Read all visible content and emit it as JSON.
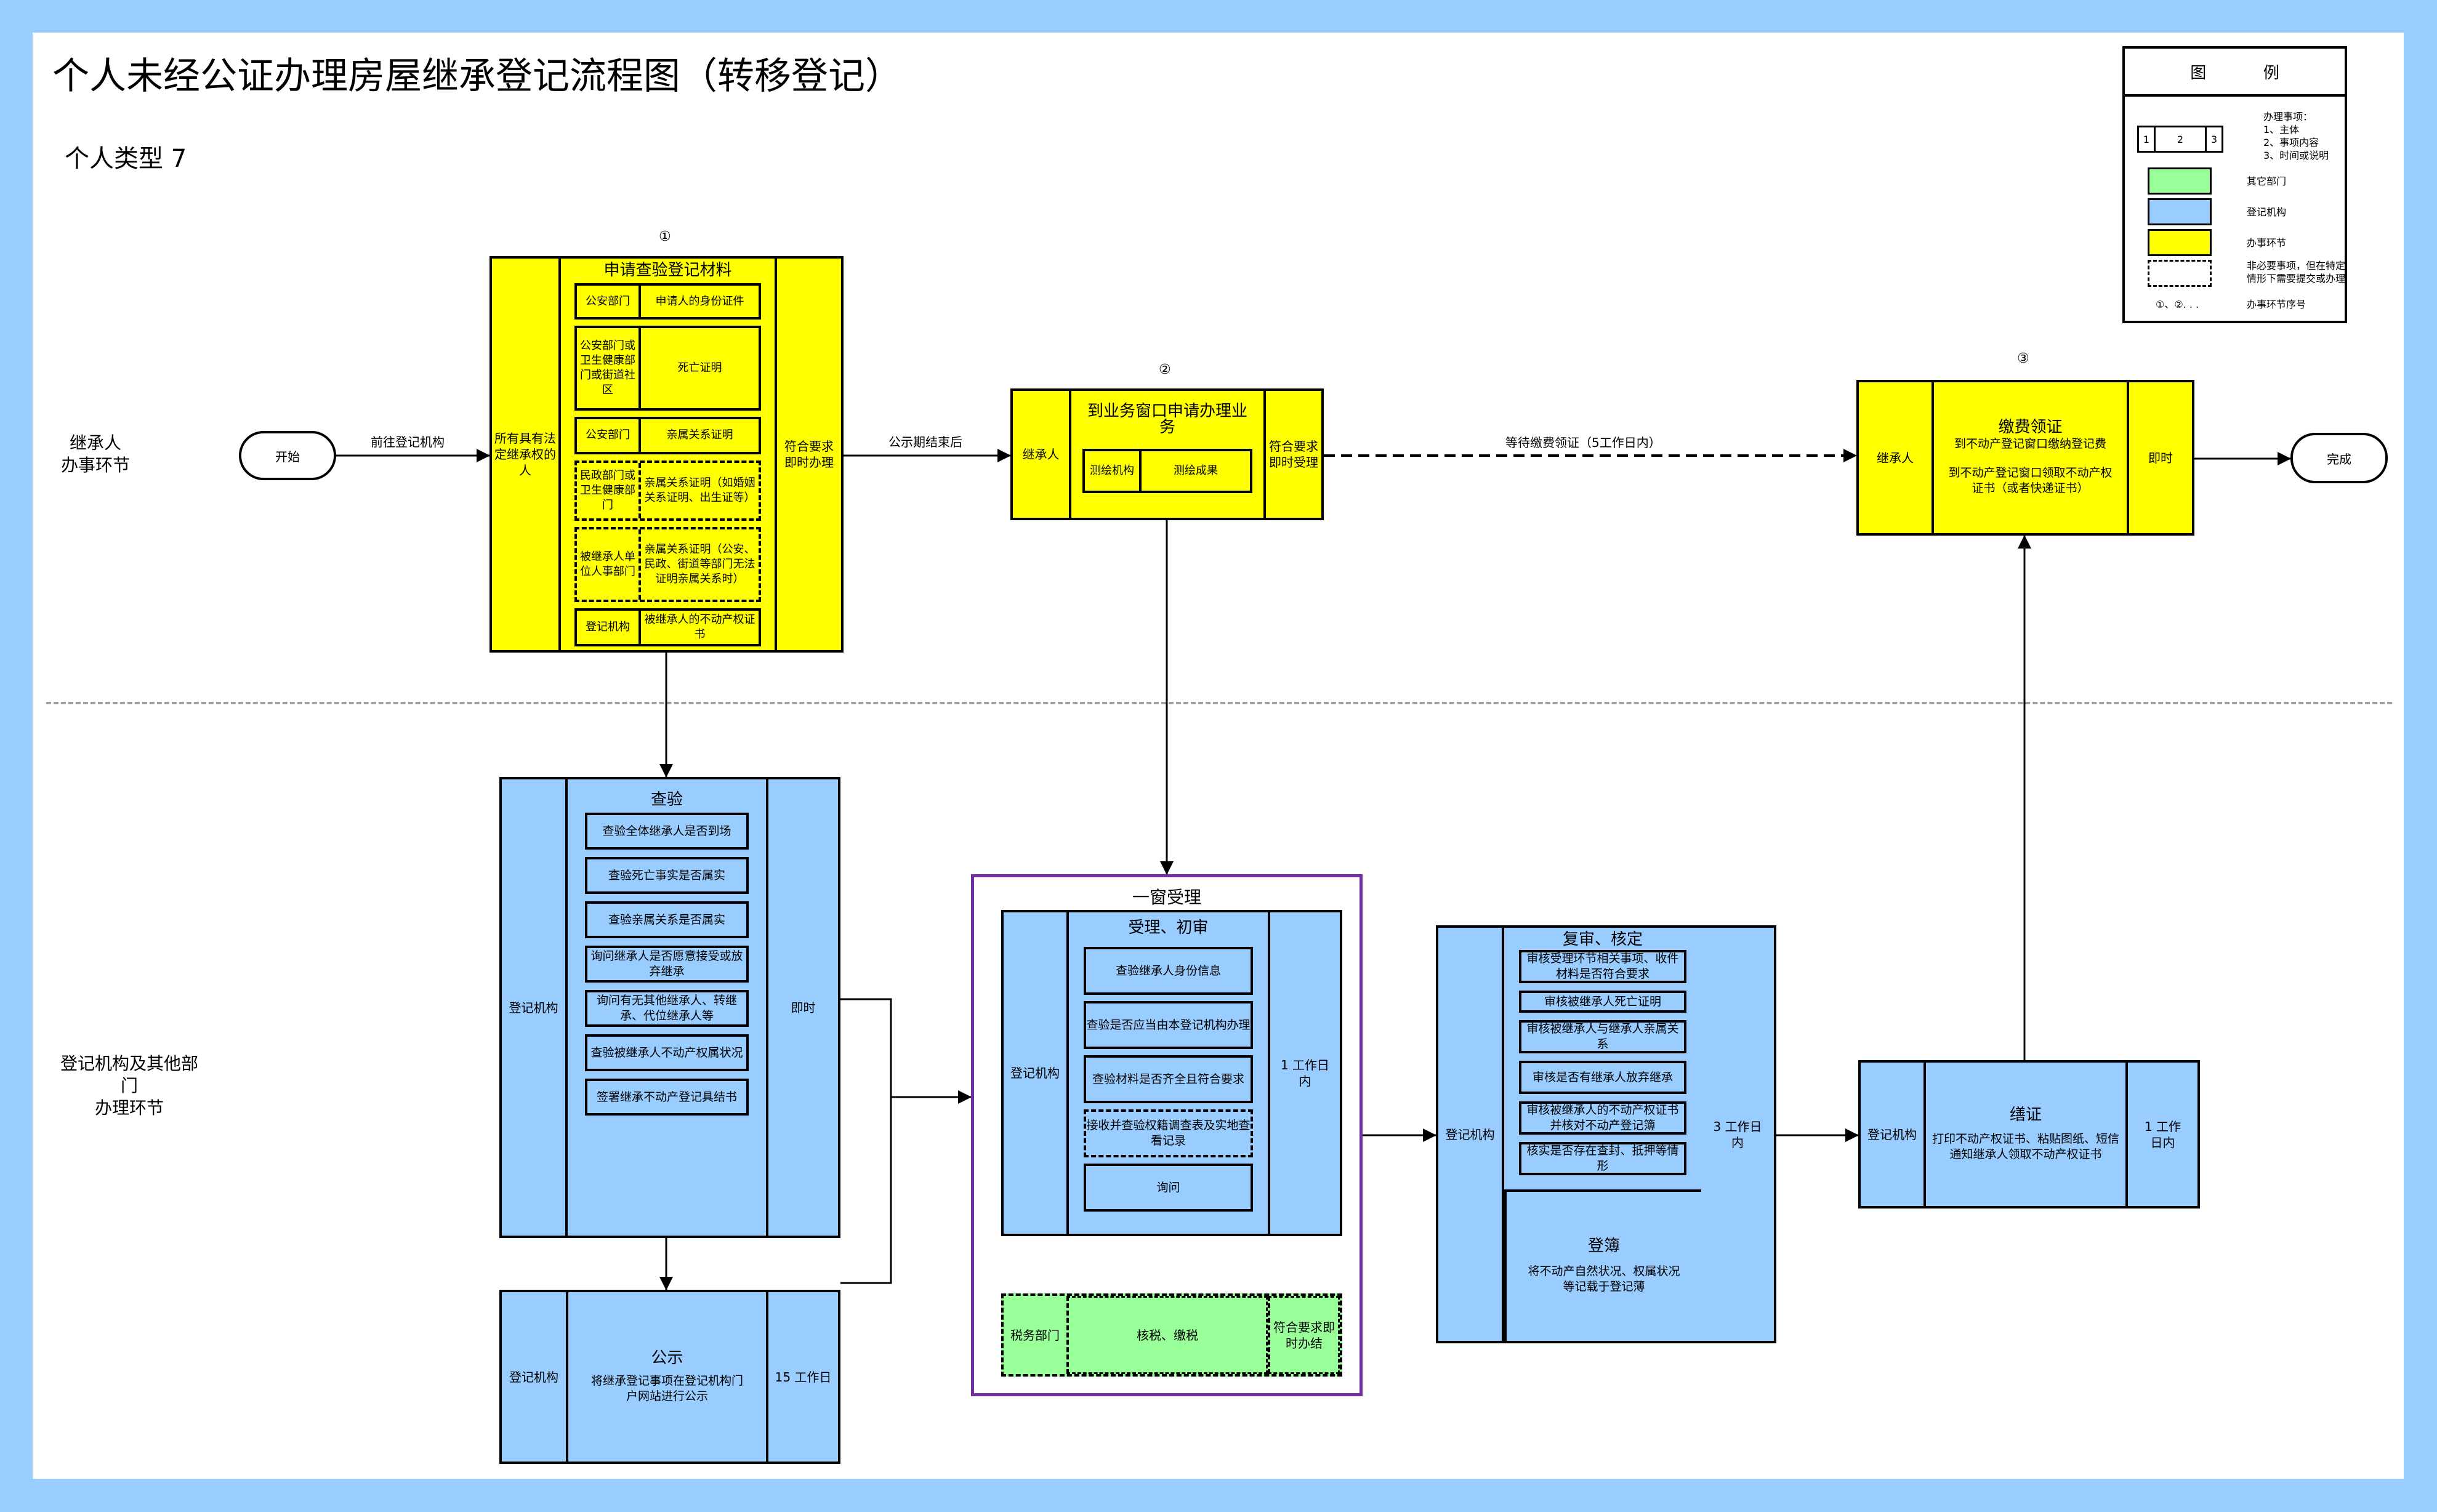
{
  "header": {
    "title": "个人未经公证办理房屋继承登记流程图（转移登记）",
    "subtitle": "个人类型 7"
  },
  "legend": {
    "title_left": "图",
    "title_right": "例",
    "sample_cells": [
      "1",
      "2",
      "3"
    ],
    "matters_heading": "办理事项：",
    "matters": [
      "1、主体",
      "2、事项内容",
      "3、时间或说明"
    ],
    "swatches": [
      {
        "label": "其它部门",
        "color": "#99ff99"
      },
      {
        "label": "登记机构",
        "color": "#99ccff"
      },
      {
        "label": "办事环节",
        "color": "#ffff00"
      }
    ],
    "dashed_label": [
      "非必要事项，但在特定",
      "情形下需要提交或办理"
    ],
    "seq_sample": "①、②. . .",
    "seq_label": "办事环节序号"
  },
  "lanes": {
    "top": [
      "继承人",
      "办事环节"
    ],
    "bottom": [
      "登记机构及其他部门",
      "办理环节"
    ]
  },
  "terminals": {
    "start": "开始",
    "end": "完成"
  },
  "edges": {
    "to_registry": "前往登记机构",
    "after_publicity": "公示期结束后",
    "wait_fee": "等待缴费领证（5工作日内）"
  },
  "step1": {
    "seq": "①",
    "subject": "所有具有法定继承权的人",
    "title": "申请查验登记材料",
    "time": "符合要求即时办理",
    "materials": [
      {
        "dept": "公安部门",
        "item": "申请人的身份证件",
        "optional": false
      },
      {
        "dept": "公安部门或卫生健康部门或街道社区",
        "item": "死亡证明",
        "optional": false
      },
      {
        "dept": "公安部门",
        "item": "亲属关系证明",
        "optional": false
      },
      {
        "dept": "民政部门或卫生健康部门",
        "item": "亲属关系证明（如婚姻关系证明、出生证等）",
        "optional": true
      },
      {
        "dept": "被继承人单位人事部门",
        "item": "亲属关系证明（公安、民政、街道等部门无法证明亲属关系时）",
        "optional": true
      },
      {
        "dept": "登记机构",
        "item": "被继承人的不动产权证书",
        "optional": false
      }
    ]
  },
  "step2": {
    "seq": "②",
    "subject": "继承人",
    "title": "到业务窗口申请办理业务",
    "material": {
      "dept": "测绘机构",
      "item": "测绘成果"
    },
    "time": "符合要求即时受理"
  },
  "step3": {
    "seq": "③",
    "subject": "继承人",
    "title": "缴费领证",
    "lines": [
      "到不动产登记窗口缴纳登记费",
      "到不动产登记窗口领取不动产权证书（或者快递证书）"
    ],
    "time": "即时"
  },
  "check": {
    "subject": "登记机构",
    "title": "查验",
    "time": "即时",
    "items": [
      "查验全体继承人是否到场",
      "查验死亡事实是否属实",
      "查验亲属关系是否属实",
      "询问继承人是否愿意接受或放弃继承",
      "询问有无其他继承人、转继承、代位继承人等",
      "查验被继承人不动产权属状况",
      "签署继承不动产登记具结书"
    ]
  },
  "publicity": {
    "subject": "登记机构",
    "title": "公示",
    "desc": "将继承登记事项在登记机构门户网站进行公示",
    "time": "15 工作日"
  },
  "one_window": {
    "title": "一窗受理",
    "accept": {
      "subject": "登记机构",
      "title": "受理、初审",
      "time": "1 工作日内",
      "items": [
        {
          "text": "查验继承人身份信息",
          "optional": false
        },
        {
          "text": "查验是否应当由本登记机构办理",
          "optional": false
        },
        {
          "text": "查验材料是否齐全且符合要求",
          "optional": false
        },
        {
          "text": "接收并查验权籍调查表及实地查看记录",
          "optional": true
        },
        {
          "text": "询问",
          "optional": false
        }
      ]
    },
    "tax": {
      "subject": "税务部门",
      "title": "核税、缴税",
      "time": "符合要求即时办结"
    }
  },
  "review": {
    "subject": "登记机构",
    "title": "复审、核定",
    "time": "3 工作日内",
    "items": [
      "审核受理环节相关事项、收件材料是否符合要求",
      "审核被继承人死亡证明",
      "审核被继承人与继承人亲属关系",
      "审核是否有继承人放弃继承",
      "审核被继承人的不动产权证书并核对不动产登记簿",
      "核实是否存在查封、抵押等情形"
    ],
    "register_title": "登簿",
    "register_desc": "将不动产自然状况、权属状况等记载于登记薄"
  },
  "certificate": {
    "subject": "登记机构",
    "title": "缮证",
    "desc": "打印不动产权证书、粘贴图纸、短信通知继承人领取不动产权证书",
    "time": "1 工作日内"
  },
  "colors": {
    "border": "#99ccff",
    "yellow": "#ffff00",
    "blue": "#99ccff",
    "green": "#99ff99",
    "purple": "#7030a0"
  }
}
